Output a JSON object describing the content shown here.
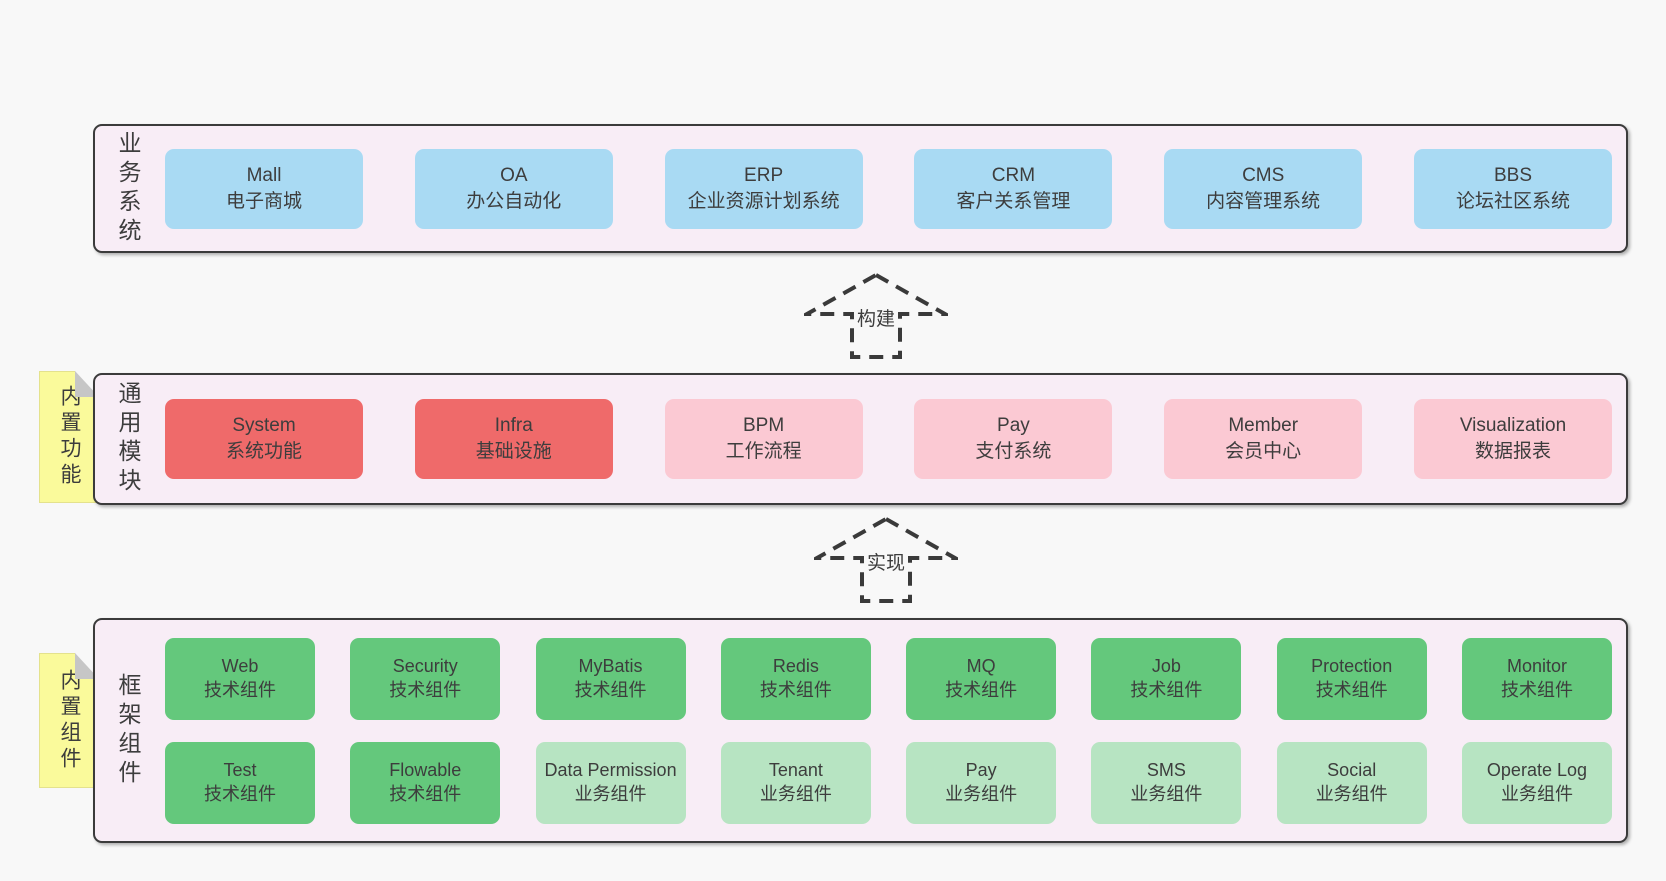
{
  "colors": {
    "page_bg": "#f8f8f8",
    "band_bg": "#f8edf6",
    "band_border": "#3b3b3b",
    "box_blue": "#a9daf3",
    "box_red": "#ef6a6a",
    "box_pink": "#fbc9d3",
    "box_green": "#64c87c",
    "box_light_green": "#b7e4c2",
    "sticky_yellow": "#fafa9b",
    "fold_gray": "#c6c6c6",
    "text": "#3d3d3d"
  },
  "arrows": [
    {
      "label": "构建"
    },
    {
      "label": "实现"
    }
  ],
  "stickies": [
    {
      "label": "内置功能"
    },
    {
      "label": "内置组件"
    }
  ],
  "bands": [
    {
      "label": "业务系统",
      "boxes": [
        {
          "title": "Mall",
          "subtitle": "电子商城"
        },
        {
          "title": "OA",
          "subtitle": "办公自动化"
        },
        {
          "title": "ERP",
          "subtitle": "企业资源计划系统"
        },
        {
          "title": "CRM",
          "subtitle": "客户关系管理"
        },
        {
          "title": "CMS",
          "subtitle": "内容管理系统"
        },
        {
          "title": "BBS",
          "subtitle": "论坛社区系统"
        }
      ]
    },
    {
      "label": "通用模块",
      "boxes": [
        {
          "title": "System",
          "subtitle": "系统功能"
        },
        {
          "title": "Infra",
          "subtitle": "基础设施"
        },
        {
          "title": "BPM",
          "subtitle": "工作流程"
        },
        {
          "title": "Pay",
          "subtitle": "支付系统"
        },
        {
          "title": "Member",
          "subtitle": "会员中心"
        },
        {
          "title": "Visualization",
          "subtitle": "数据报表"
        }
      ]
    },
    {
      "label": "框架组件",
      "rows": [
        [
          {
            "title": "Web",
            "subtitle": "技术组件"
          },
          {
            "title": "Security",
            "subtitle": "技术组件"
          },
          {
            "title": "MyBatis",
            "subtitle": "技术组件"
          },
          {
            "title": "Redis",
            "subtitle": "技术组件"
          },
          {
            "title": "MQ",
            "subtitle": "技术组件"
          },
          {
            "title": "Job",
            "subtitle": "技术组件"
          },
          {
            "title": "Protection",
            "subtitle": "技术组件"
          },
          {
            "title": "Monitor",
            "subtitle": "技术组件"
          }
        ],
        [
          {
            "title": "Test",
            "subtitle": "技术组件"
          },
          {
            "title": "Flowable",
            "subtitle": "技术组件"
          },
          {
            "title": "Data Permission",
            "subtitle": "业务组件"
          },
          {
            "title": "Tenant",
            "subtitle": "业务组件"
          },
          {
            "title": "Pay",
            "subtitle": "业务组件"
          },
          {
            "title": "SMS",
            "subtitle": "业务组件"
          },
          {
            "title": "Social",
            "subtitle": "业务组件"
          },
          {
            "title": "Operate Log",
            "subtitle": "业务组件"
          }
        ]
      ]
    }
  ]
}
